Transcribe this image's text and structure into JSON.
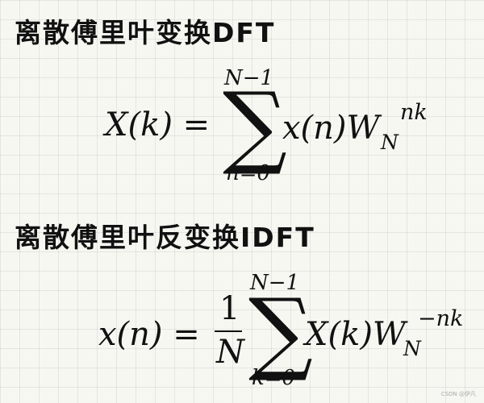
{
  "dft": {
    "title": "离散傅里叶变换DFT",
    "lhs": "X(k) =",
    "sum_upper": "N−1",
    "sum_lower": "n=0",
    "summand": "x(n)W",
    "twiddle_sub": "N",
    "twiddle_sup": "nk"
  },
  "idft": {
    "title": "离散傅里叶反变换IDFT",
    "lhs": "x(n) =",
    "frac_num": "1",
    "frac_den": "N",
    "sum_upper": "N−1",
    "sum_lower": "k=0",
    "summand": "X(k)W",
    "twiddle_sub": "N",
    "twiddle_sup": "−nk"
  },
  "watermark": "CSDN @伊凡"
}
